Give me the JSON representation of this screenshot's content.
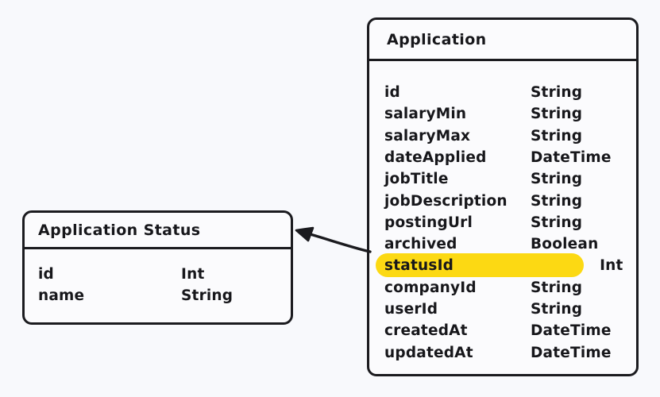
{
  "canvas": {
    "background_color": "#f8f9fc",
    "stroke_color": "#1b1b1f",
    "highlight_color": "#fcd913"
  },
  "entities": [
    {
      "id": "application-status",
      "title": "Application Status",
      "fields": [
        {
          "name": "id",
          "type": "Int"
        },
        {
          "name": "name",
          "type": "String"
        }
      ]
    },
    {
      "id": "application",
      "title": "Application",
      "fields": [
        {
          "name": "id",
          "type": "String",
          "highlighted": false
        },
        {
          "name": "salaryMin",
          "type": "String",
          "highlighted": false
        },
        {
          "name": "salaryMax",
          "type": "String",
          "highlighted": false
        },
        {
          "name": "dateApplied",
          "type": "DateTime",
          "highlighted": false
        },
        {
          "name": "jobTitle",
          "type": "String",
          "highlighted": false
        },
        {
          "name": "jobDescription",
          "type": "String",
          "highlighted": false
        },
        {
          "name": "postingUrl",
          "type": "String",
          "highlighted": false
        },
        {
          "name": "archived",
          "type": "Boolean",
          "highlighted": false
        },
        {
          "name": "statusId",
          "type": "Int",
          "highlighted": true
        },
        {
          "name": "companyId",
          "type": "String",
          "highlighted": false
        },
        {
          "name": "userId",
          "type": "String",
          "highlighted": false
        },
        {
          "name": "createdAt",
          "type": "DateTime",
          "highlighted": false
        },
        {
          "name": "updatedAt",
          "type": "DateTime",
          "highlighted": false
        }
      ]
    }
  ],
  "relation": {
    "name": "application-to-status-relation",
    "from": "application.statusId",
    "to": "application-status"
  }
}
